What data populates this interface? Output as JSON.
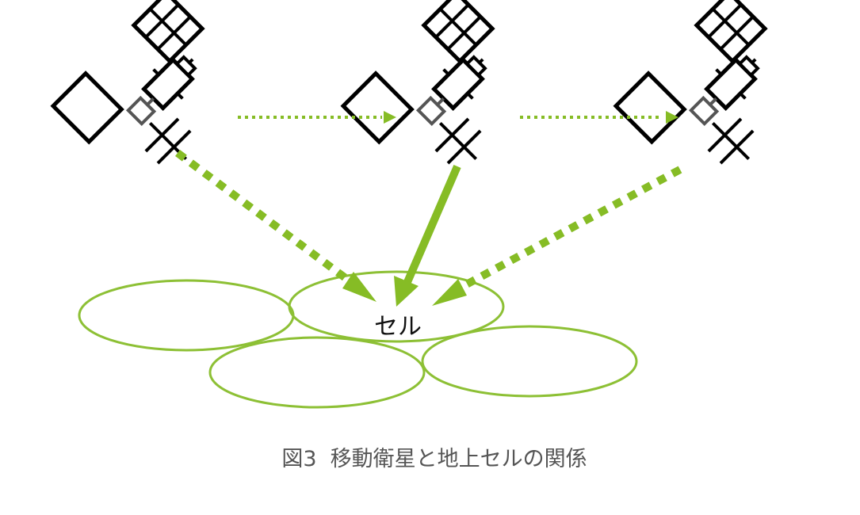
{
  "diagram": {
    "cell_label": "セル",
    "caption": "図3  移動衛星と地上セルの関係",
    "satellites": [
      {
        "icon": "satellite-icon",
        "role": "previous"
      },
      {
        "icon": "satellite-icon",
        "role": "current"
      },
      {
        "icon": "satellite-icon",
        "role": "next"
      }
    ],
    "links": [
      {
        "from": "satellite-1",
        "to": "center-cell",
        "style": "dotted"
      },
      {
        "from": "satellite-2",
        "to": "center-cell",
        "style": "solid"
      },
      {
        "from": "satellite-3",
        "to": "center-cell",
        "style": "dotted"
      },
      {
        "from": "satellite-1",
        "to": "satellite-2",
        "style": "dotted-thin"
      },
      {
        "from": "satellite-2",
        "to": "satellite-3",
        "style": "dotted-thin"
      }
    ],
    "cells": [
      "left",
      "center",
      "bottom-left",
      "bottom-right"
    ],
    "colors": {
      "accent": "#86bc25",
      "cell_stroke": "#8dc035",
      "satellite": "#000000",
      "antenna": "#555555",
      "caption": "#555555"
    }
  }
}
